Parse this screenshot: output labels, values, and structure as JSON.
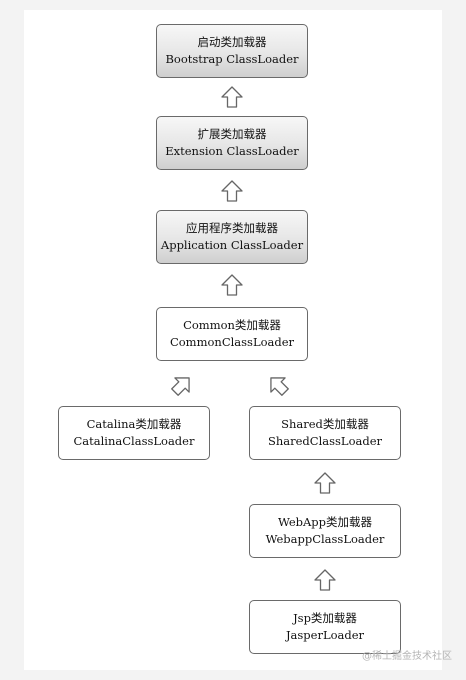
{
  "nodes": {
    "bootstrap": {
      "cn": "启动类加载器",
      "en": "Bootstrap ClassLoader"
    },
    "extension": {
      "cn": "扩展类加载器",
      "en": "Extension ClassLoader"
    },
    "application": {
      "cn": "应用程序类加载器",
      "en": "Application ClassLoader"
    },
    "common": {
      "cn": "Common类加载器",
      "en": "CommonClassLoader"
    },
    "catalina": {
      "cn": "Catalina类加载器",
      "en": "CatalinaClassLoader"
    },
    "shared": {
      "cn": "Shared类加载器",
      "en": "SharedClassLoader"
    },
    "webapp": {
      "cn": "WebApp类加载器",
      "en": "WebappClassLoader"
    },
    "jsp": {
      "cn": "Jsp类加载器",
      "en": "JasperLoader"
    }
  },
  "watermark": "@稀土掘金技术社区",
  "colors": {
    "border": "#6a6a6a",
    "arrow_stroke": "#666666",
    "shade_light": "#f7f7f7",
    "shade_dark": "#cfcfcf"
  }
}
